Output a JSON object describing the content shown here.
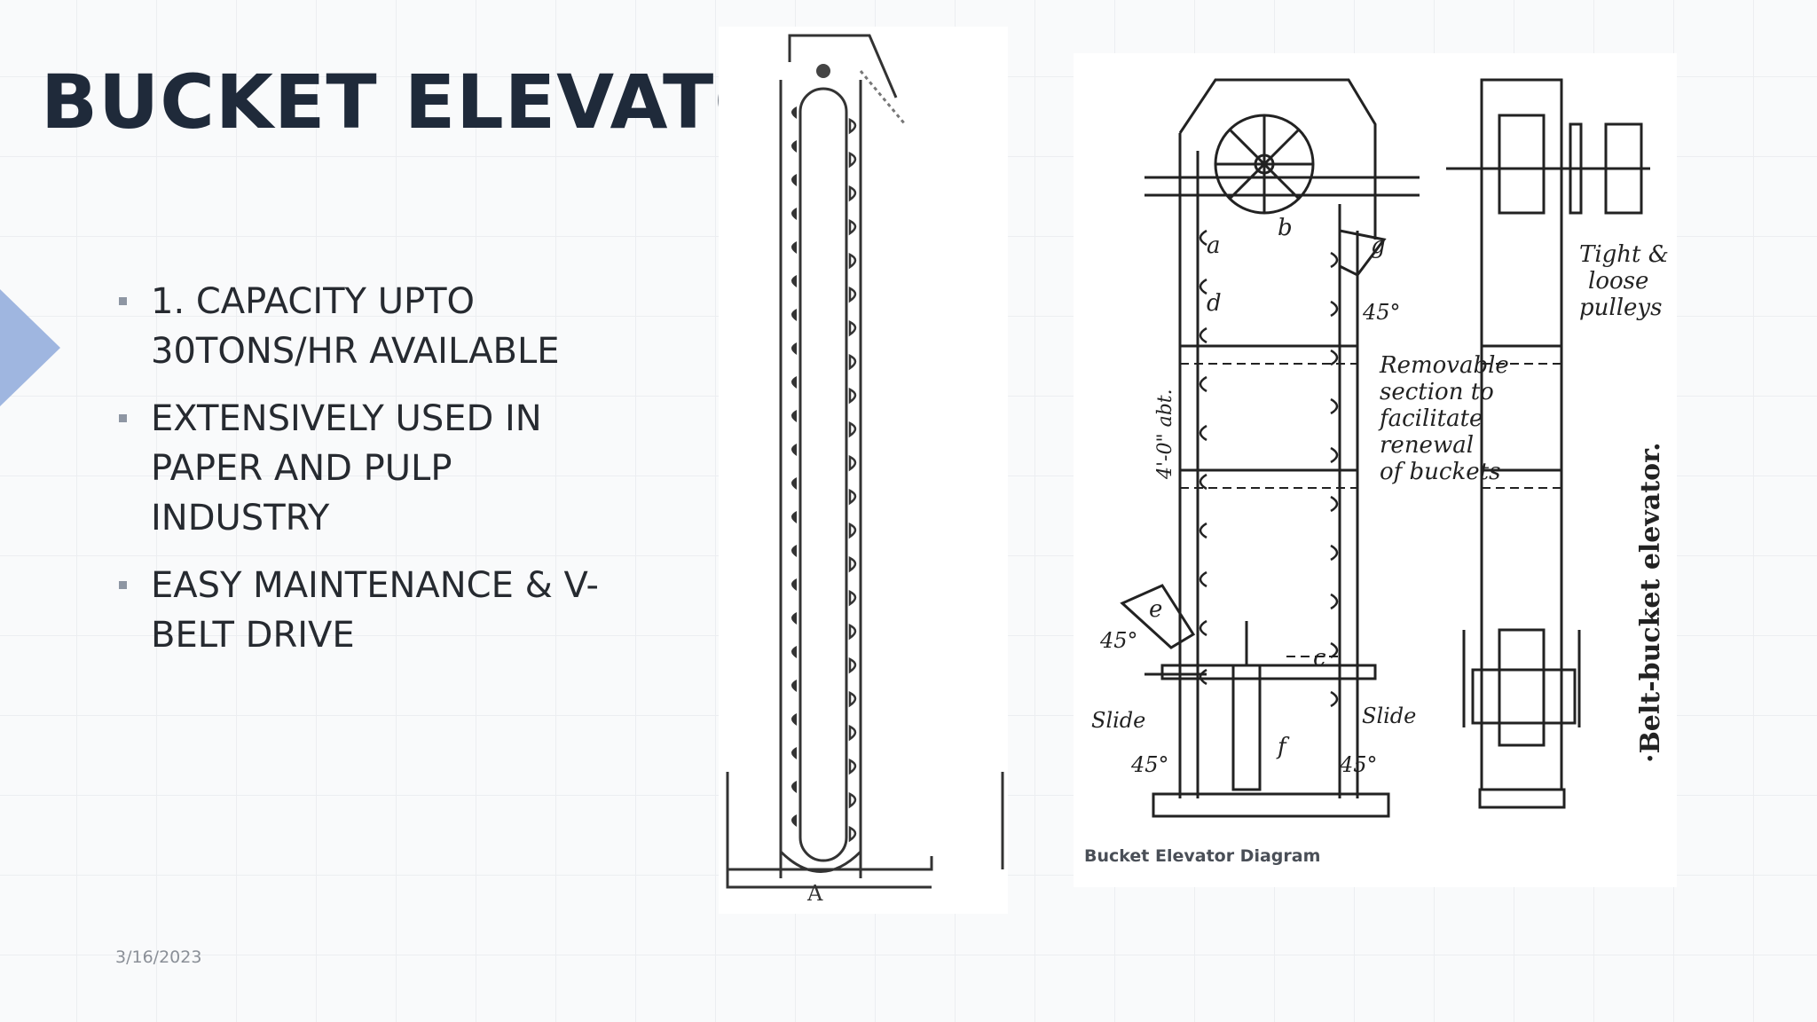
{
  "slide": {
    "title": "BUCKET ELEVATORS",
    "bullets": [
      "1. CAPACITY UPTO 30TONS/HR AVAILABLE",
      "EXTENSIVELY USED IN PAPER AND PULP INDUSTRY",
      "EASY MAINTENANCE & V-BELT DRIVE"
    ],
    "date": "3/16/2023",
    "accent_color": "#9fb6e0"
  },
  "figure_left": {
    "label": "A"
  },
  "figure_right": {
    "caption": "Bucket Elevator Diagram",
    "labels": {
      "a": "a",
      "b": "b",
      "c": "c",
      "d": "d",
      "e": "e",
      "f": "f",
      "g": "g",
      "height": "4'-0\" abt.",
      "removable": [
        "Removable",
        "section to",
        "facilitate",
        "renewal",
        "of buckets"
      ],
      "pulleys": [
        "Tight &",
        "loose",
        "pulleys"
      ],
      "slide_left": "Slide",
      "slide_right": "Slide",
      "angle_top": "45°",
      "angle_left": "45°",
      "angle_bottom_left": "45°",
      "angle_bottom_right": "45°",
      "vertical": "·Belt-bucket elevator."
    }
  }
}
